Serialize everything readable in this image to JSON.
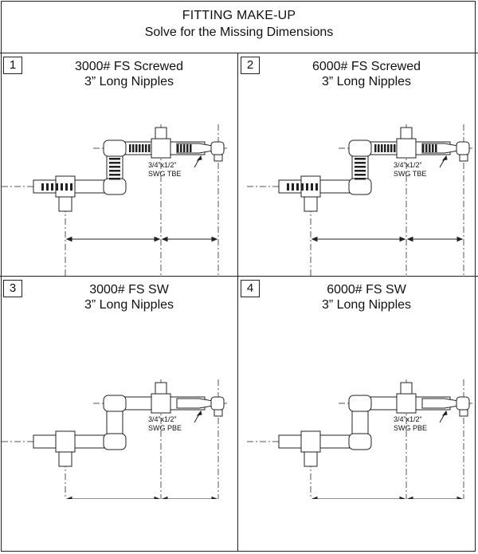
{
  "header": {
    "title": "FITTING MAKE-UP",
    "subtitle": "Solve for the Missing Dimensions"
  },
  "panels": [
    {
      "number": "1",
      "title_line1": "3000# FS Screwed",
      "title_line2": "3” Long Nipples",
      "callout_line1": "3/4”x1/2”",
      "callout_line2": "SWG TBE",
      "style": "screwed"
    },
    {
      "number": "2",
      "title_line1": "6000# FS Screwed",
      "title_line2": "3” Long Nipples",
      "callout_line1": "3/4”x1/2”",
      "callout_line2": "SWG TBE",
      "style": "screwed"
    },
    {
      "number": "3",
      "title_line1": "3000# FS SW",
      "title_line2": "3” Long Nipples",
      "callout_line1": "3/4”x1/2”",
      "callout_line2": "SWG PBE",
      "style": "socketweld"
    },
    {
      "number": "4",
      "title_line1": "6000# FS SW",
      "title_line2": "3” Long Nipples",
      "callout_line1": "3/4”x1/2”",
      "callout_line2": "SWG PBE",
      "style": "socketweld"
    }
  ],
  "colors": {
    "line": "#222222",
    "centerline": "#555555"
  }
}
